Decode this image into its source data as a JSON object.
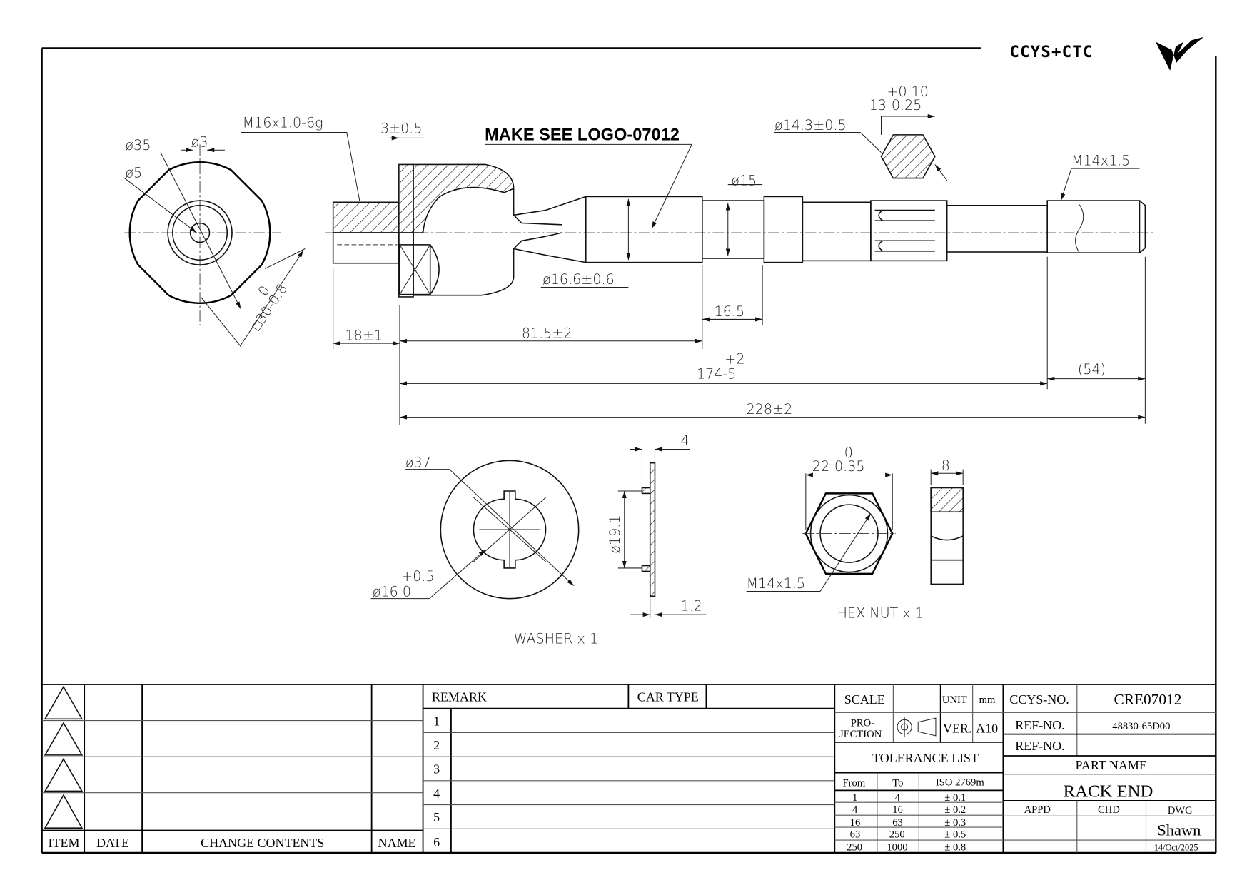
{
  "logo": {
    "text": "CCYS+CTC"
  },
  "annotations": {
    "make_note": "MAKE SEE LOGO-07012",
    "thread_inner": "M16x1.0-6g",
    "flange_width": "3±0.5",
    "dia_35": "ø35",
    "dia_3": "ø3",
    "dia_5": "ø5",
    "square_upper": "0",
    "square_main": "□30-0.8",
    "dia_16_6": "ø16.6±0.6",
    "dia_15": "ø15",
    "dia_14_3": "ø14.3±0.5",
    "hex_tol_upper": "+0.10",
    "hex_tol_main": "13-0.25",
    "thread_outer": "M14x1.5",
    "len_18": "18±1",
    "len_81_5": "81.5±2",
    "len_16_5": "16.5",
    "len_174_upper": "+2",
    "len_174_main": "174-5",
    "len_54": "(54)",
    "len_228": "228±2"
  },
  "washer": {
    "dia_37": "ø37",
    "dia_16_upper": "+0.5",
    "dia_16_main": "ø16  0",
    "dia_19_1": "ø19.1",
    "thickness_4": "4",
    "thickness_1_2": "1.2",
    "caption": "WASHER  x  1"
  },
  "hex_nut": {
    "af_upper": "0",
    "af_main": "22-0.35",
    "thread": "M14x1.5",
    "width": "8",
    "caption": "HEX  NUT  x  1"
  },
  "revision_table": {
    "headers": [
      "ITEM",
      "DATE",
      "CHANGE CONTENTS",
      "NAME"
    ]
  },
  "remark_table": {
    "remark_label": "REMARK",
    "car_type_label": "CAR TYPE",
    "rows": [
      "1",
      "2",
      "3",
      "4",
      "5",
      "6"
    ]
  },
  "title_block": {
    "scale_label": "SCALE",
    "unit_label": "UNIT",
    "unit_value": "mm",
    "projection_label_1": "PRO-",
    "projection_label_2": "JECTION",
    "ver_label": "VER.",
    "ver_value": "A10",
    "tolerance_title": "TOLERANCE LIST",
    "tolerance_headers": [
      "From",
      "To",
      "ISO 2769m"
    ],
    "tolerance_rows": [
      [
        "1",
        "4",
        "± 0.1"
      ],
      [
        "4",
        "16",
        "± 0.2"
      ],
      [
        "16",
        "63",
        "± 0.3"
      ],
      [
        "63",
        "250",
        "± 0.5"
      ],
      [
        "250",
        "1000",
        "± 0.8"
      ]
    ],
    "ccys_no_label": "CCYS-NO.",
    "ccys_no_value": "CRE07012",
    "ref_no_label": "REF-NO.",
    "ref_no_value": "48830-65D00",
    "ref_no2_label": "REF-NO.",
    "part_name_label": "PART NAME",
    "part_name_value": "RACK END",
    "appd_label": "APPD",
    "chd_label": "CHD",
    "dwg_label": "DWG",
    "dwg_value": "Shawn",
    "date_value": "14/Oct/2025"
  }
}
